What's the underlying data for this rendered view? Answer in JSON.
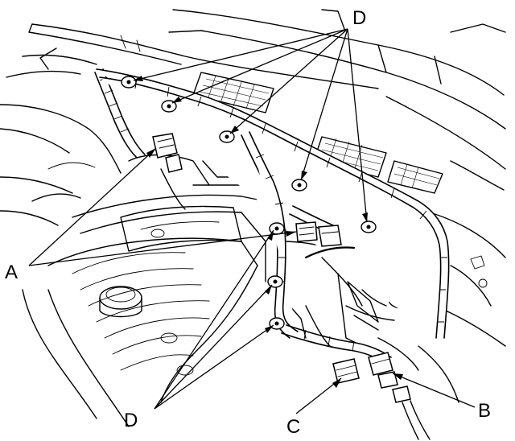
{
  "labels": {
    "a": "A",
    "b": "B",
    "c": "C",
    "d_top": "D",
    "d_bottom": "D"
  }
}
